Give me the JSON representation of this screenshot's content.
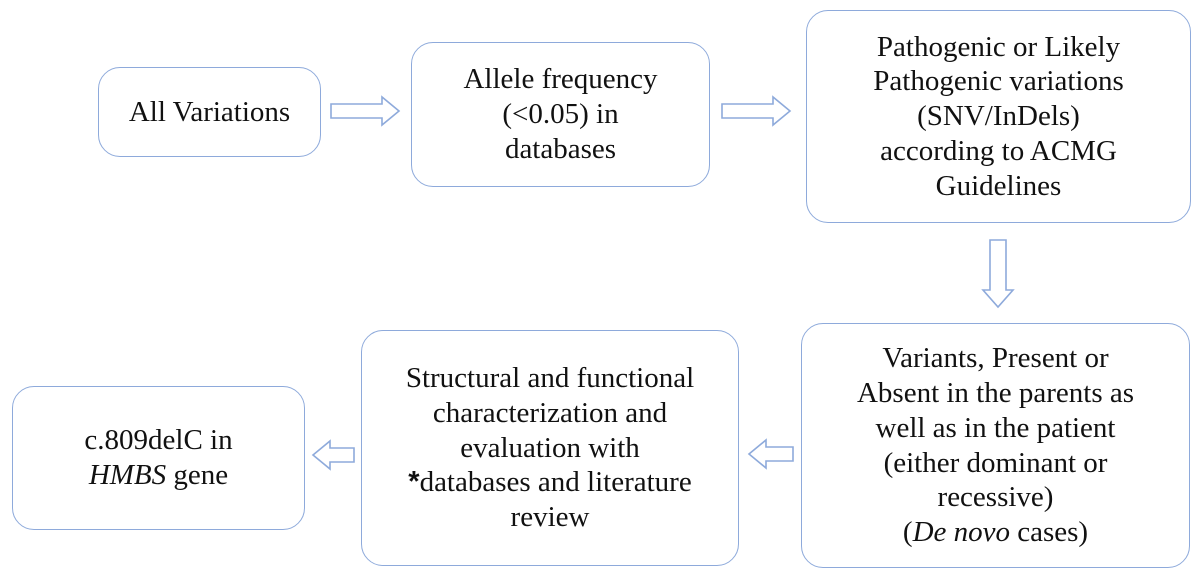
{
  "colors": {
    "border": "#8eaadb",
    "text": "#111111",
    "background": "#ffffff"
  },
  "boxes": {
    "all_variations": {
      "lines": [
        "All Variations"
      ]
    },
    "allele_frequency": {
      "lines": [
        "Allele frequency",
        "(<0.05) in",
        "databases"
      ]
    },
    "pathogenic": {
      "lines": [
        "Pathogenic or Likely",
        "Pathogenic variations",
        "(SNV/InDels)",
        "according to ACMG",
        "Guidelines"
      ]
    },
    "variants_parents": {
      "lines": [
        "Variants, Present or",
        "Absent in the parents as",
        "well as in the patient",
        "(either dominant or",
        "recessive)"
      ],
      "denovo_italic": "De novo",
      "denovo_rest": " cases)"
    },
    "structural": {
      "lines": [
        "Structural and functional",
        "characterization and",
        "evaluation with"
      ],
      "asterisk": "*",
      "line4": "databases and literature",
      "line5": "review"
    },
    "result": {
      "line1": "c.809delC in",
      "gene": "HMBS",
      "gene_suffix": " gene"
    }
  }
}
